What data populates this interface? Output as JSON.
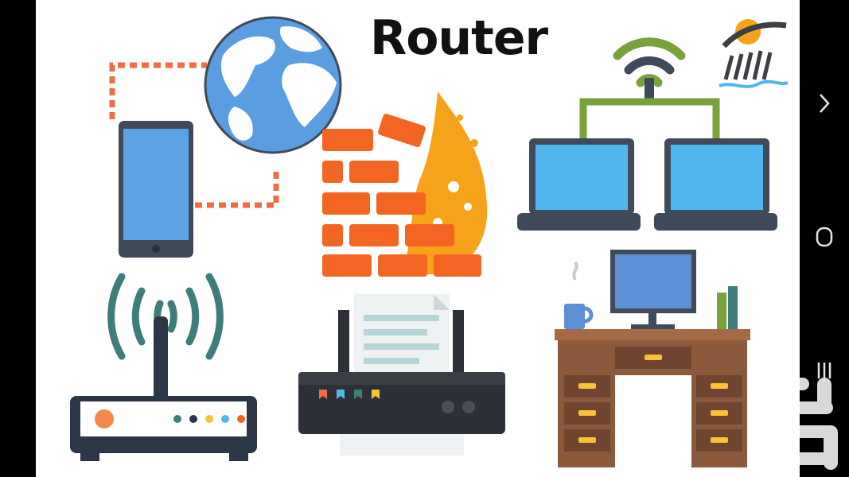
{
  "slide": {
    "title": "Router",
    "illustrations": [
      "phone-globe-illustration",
      "firewall-illustration",
      "wifi-laptops-illustration",
      "wireless-router-illustration",
      "printer-illustration",
      "desk-computer-illustration"
    ]
  },
  "navbar": {
    "buttons": [
      "back-icon",
      "home-icon",
      "recent-apps-icon"
    ]
  },
  "overlay": {
    "logo": "sunrise-logo-icon",
    "watermark": "app-watermark-icon"
  },
  "colors": {
    "globe_ocean": "#5b9de1",
    "brick": "#f36522",
    "flame": "#f7a21b",
    "screen": "#4fb6ee",
    "wifi_green": "#7aa23a",
    "desk_wood": "#8b5a3c"
  }
}
